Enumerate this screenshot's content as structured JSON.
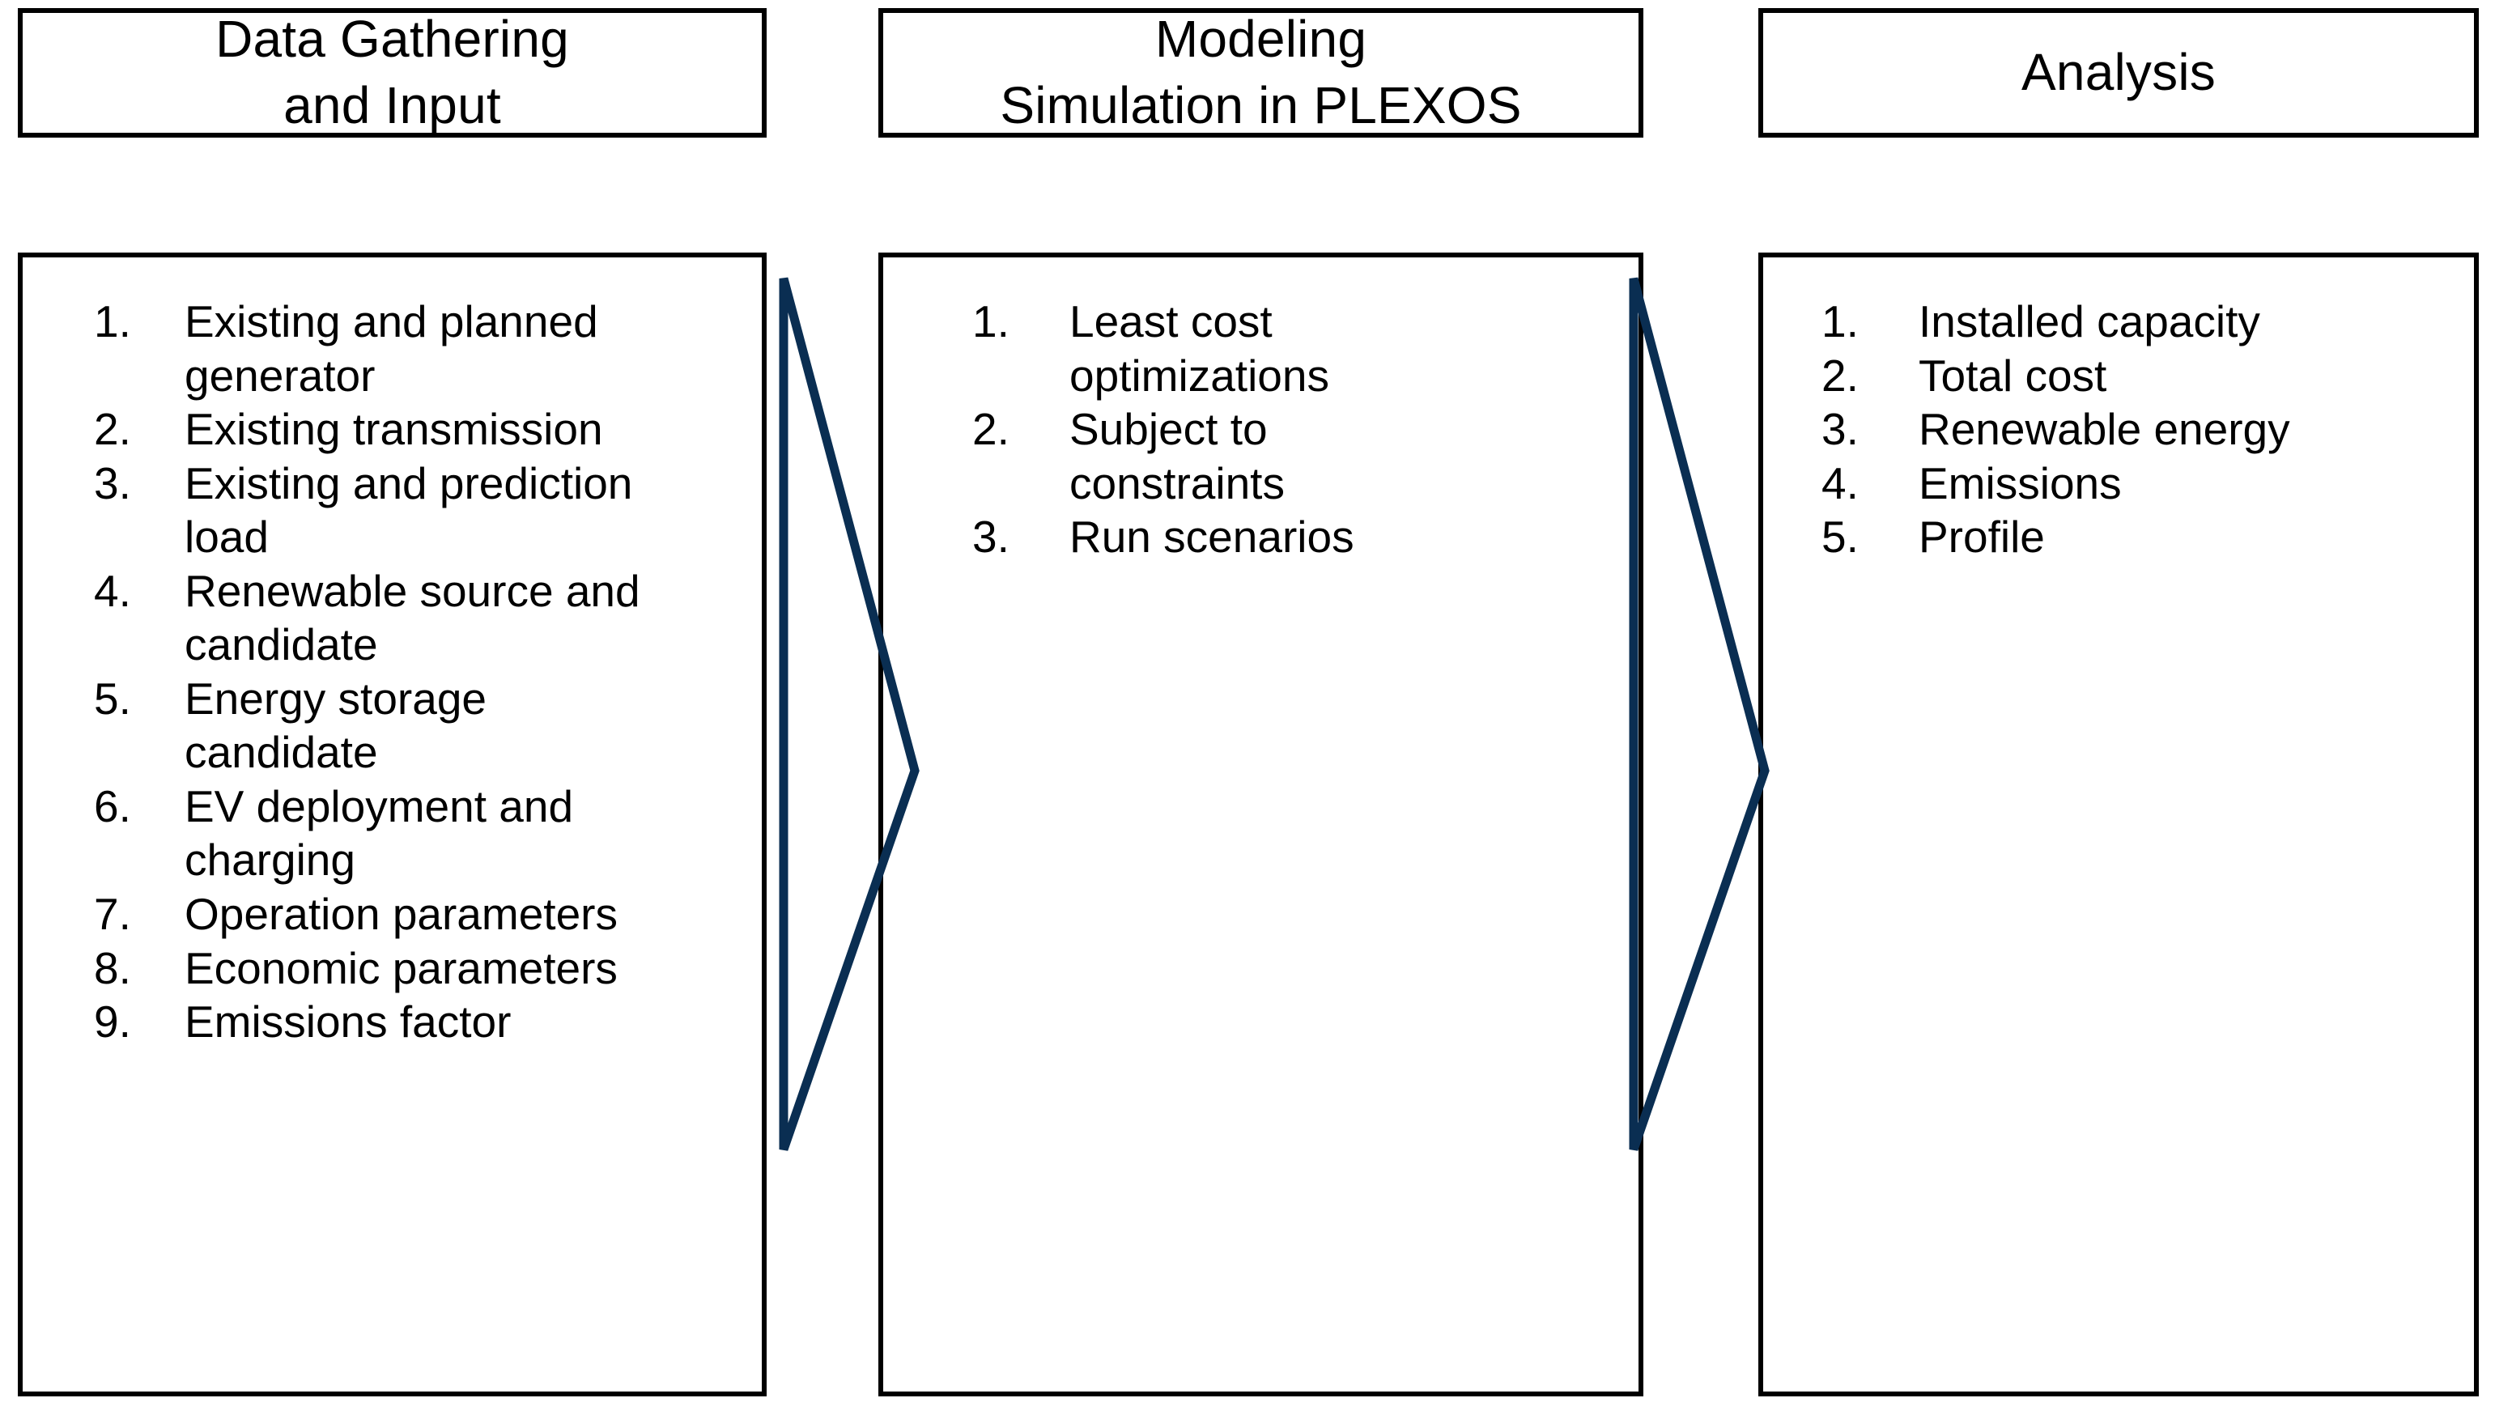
{
  "diagram": {
    "title": "Data Gathering and Input / Modeling Simulation in PLEXOS / Analysis",
    "accent_color": "#0A2E52",
    "border_color": "#000000",
    "background_color": "#FFFFFF"
  },
  "stages": [
    {
      "header": "Data Gathering\nand Input",
      "items": [
        {
          "num": "1.",
          "text": "Existing and planned generator"
        },
        {
          "num": "2.",
          "text": "Existing transmission"
        },
        {
          "num": "3.",
          "text": "Existing and prediction load"
        },
        {
          "num": "4.",
          "text": "Renewable source and candidate"
        },
        {
          "num": "5.",
          "text": "Energy storage candidate"
        },
        {
          "num": "6.",
          "text": "EV deployment and charging"
        },
        {
          "num": "7.",
          "text": "Operation parameters"
        },
        {
          "num": "8.",
          "text": "Economic parameters"
        },
        {
          "num": "9.",
          "text": "Emissions factor"
        }
      ]
    },
    {
      "header": "Modeling\nSimulation in PLEXOS",
      "items": [
        {
          "num": "1.",
          "text": "Least cost optimizations"
        },
        {
          "num": "2.",
          "text": "Subject to constraints"
        },
        {
          "num": "3.",
          "text": "Run scenarios"
        }
      ]
    },
    {
      "header": "Analysis",
      "items": [
        {
          "num": "1.",
          "text": "Installed capacity"
        },
        {
          "num": "2.",
          "text": "Total cost"
        },
        {
          "num": "3.",
          "text": "Renewable energy"
        },
        {
          "num": "4.",
          "text": "Emissions"
        },
        {
          "num": "5.",
          "text": "Profile"
        }
      ]
    }
  ],
  "connectors": [
    {
      "name": "arrow-stage1-to-stage2",
      "direction": "right"
    },
    {
      "name": "arrow-stage2-to-stage3",
      "direction": "right"
    }
  ]
}
